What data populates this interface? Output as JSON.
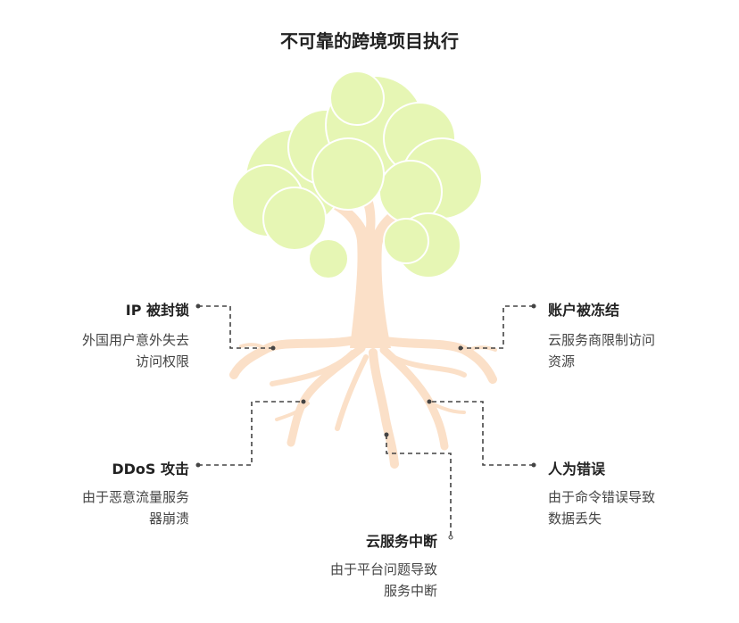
{
  "title": "不可靠的跨境项目执行",
  "risks": [
    {
      "label": "IP 被封锁",
      "desc_lines": [
        "外国用户意外失去",
        "访问权限"
      ]
    },
    {
      "label": "账户被冻结",
      "desc_lines": [
        "云服务商限制访问",
        "资源"
      ]
    },
    {
      "label": "DDoS 攻击",
      "desc_lines": [
        "由于恶意流量服务",
        "器崩溃"
      ]
    },
    {
      "label": "人为错误",
      "desc_lines": [
        "由于命令错误导致",
        "数据丢失"
      ]
    },
    {
      "label": "云服务中断",
      "desc_lines": [
        "由于平台问题导致",
        "服务中断"
      ]
    }
  ],
  "colors": {
    "foliage": "#e6f6b4",
    "trunk": "#fbe0c8",
    "connector": "#444444",
    "text": "#333333"
  }
}
